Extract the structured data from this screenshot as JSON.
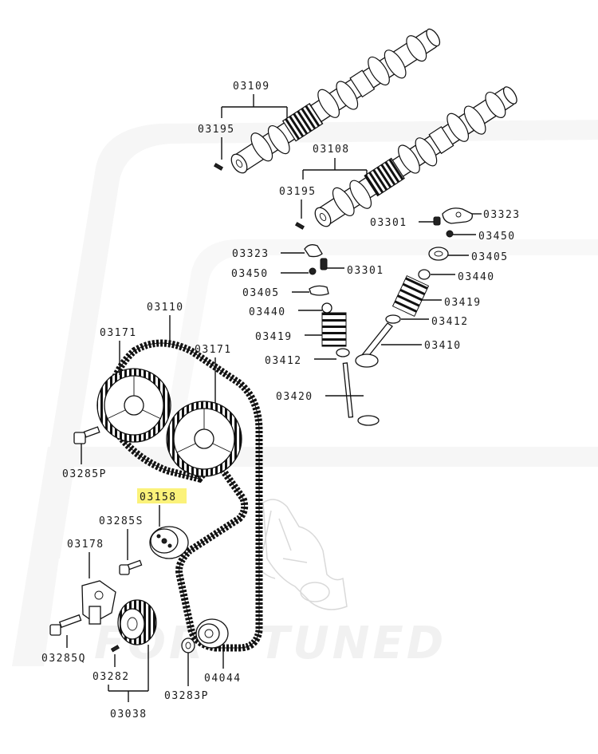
{
  "diagram": {
    "labels": {
      "p03109": "03109",
      "p03195a": "03195",
      "p03108": "03108",
      "p03195b": "03195",
      "p03301a": "03301",
      "p03323a": "03323",
      "p03450a": "03450",
      "p03405a": "03405",
      "p03440a": "03440",
      "p03419a": "03419",
      "p03412a": "03412",
      "p03410": "03410",
      "p03323b": "03323",
      "p03450b": "03450",
      "p03301b": "03301",
      "p03405b": "03405",
      "p03440b": "03440",
      "p03419b": "03419",
      "p03412b": "03412",
      "p03420": "03420",
      "p03110": "03110",
      "p03171a": "03171",
      "p03171b": "03171",
      "p03285p": "03285P",
      "p03158": "03158",
      "p03285s": "03285S",
      "p03178": "03178",
      "p03285q": "03285Q",
      "p03282": "03282",
      "p03038": "03038",
      "p03283p": "03283P",
      "p04044": "04044"
    },
    "highlight_color": "#fbf27a",
    "watermark": {
      "text": "TUNED"
    }
  }
}
